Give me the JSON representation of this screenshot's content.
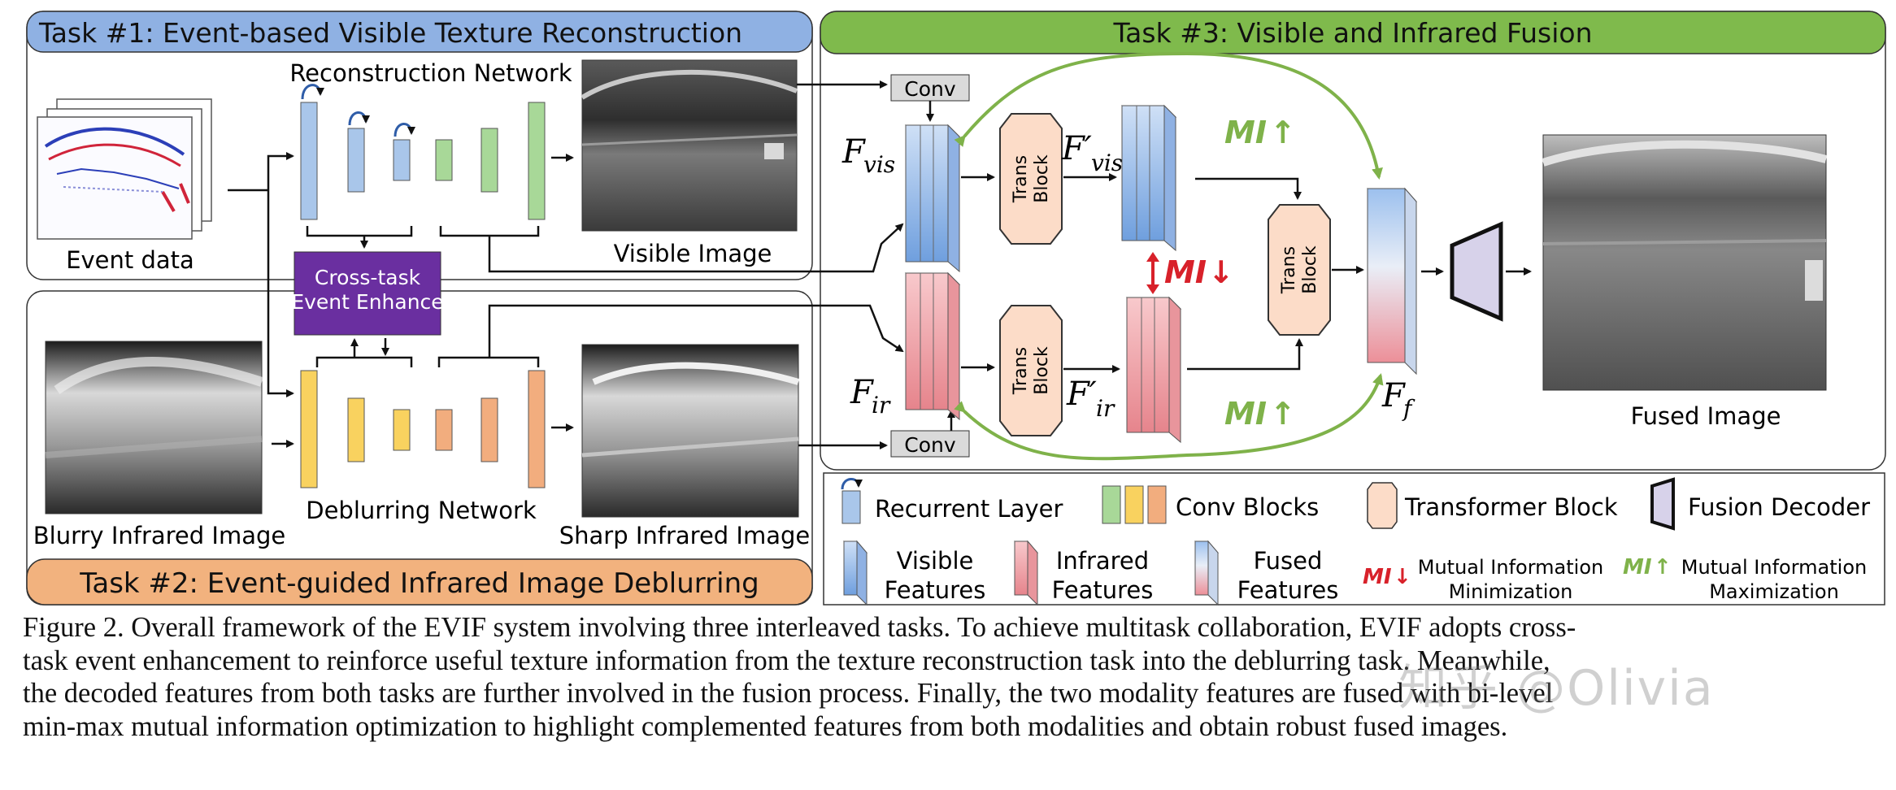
{
  "colors": {
    "task1": "#8fb1e3",
    "task2": "#f2b27e",
    "task3": "#7fba4c",
    "cross_task": "#6a2fa0",
    "blue_block": "#a9c6ea",
    "green_block": "#a8d898",
    "yellow_block": "#f9d25f",
    "orange_block": "#f2ad7e",
    "trans_block": "#fcdcc8",
    "decoder": "#d7d2ea",
    "mi_min": "#d8212a",
    "mi_max": "#7fb24a"
  },
  "tasks": {
    "task1": "Task #1: Event-based Visible Texture Reconstruction",
    "task2": "Task #2: Event-guided Infrared Image Deblurring",
    "task3": "Task #3: Visible and Infrared Fusion"
  },
  "labels": {
    "reconstruction_network": "Reconstruction Network",
    "deblurring_network": "Deblurring Network",
    "event_data": "Event data",
    "visible_image": "Visible Image",
    "blurry_infrared_image": "Blurry Infrared Image",
    "sharp_infrared_image": "Sharp Infrared Image",
    "fused_image": "Fused Image",
    "cross_task_line1": "Cross-task",
    "cross_task_line2": "Event Enhance",
    "conv": "Conv",
    "trans_line1": "Trans",
    "trans_line2": "Block",
    "f_vis": "F",
    "f_vis_sub": "vis",
    "f_vis_prime": "F′",
    "f_ir": "F",
    "f_ir_sub": "ir",
    "f_f_sub": "f",
    "mi": "MI",
    "arrow_up": "↑",
    "arrow_down": "↓"
  },
  "legend": {
    "recurrent_layer": "Recurrent Layer",
    "conv_blocks": "Conv Blocks",
    "transformer_block": "Transformer Block",
    "fusion_decoder": "Fusion Decoder",
    "visible_features_1": "Visible",
    "visible_features_2": "Features",
    "infrared_features_1": "Infrared",
    "infrared_features_2": "Features",
    "fused_features_1": "Fused",
    "fused_features_2": "Features",
    "mi_min_1": "Mutual Information",
    "mi_min_2": "Minimization",
    "mi_max_1": "Mutual Information",
    "mi_max_2": "Maximization"
  },
  "caption": [
    "Figure 2. Overall framework of the EVIF system involving three interleaved tasks. To achieve multitask collaboration, EVIF adopts cross-",
    "task event enhancement to reinforce useful texture information from the texture reconstruction task into the deblurring task. Meanwhile,",
    "the decoded features from both tasks are further involved in the fusion process. Finally, the two modality features are fused with bi-level",
    "min-max mutual information optimization to highlight complemented features from both modalities and obtain robust fused images."
  ],
  "watermark": "知乎 @Olivia"
}
